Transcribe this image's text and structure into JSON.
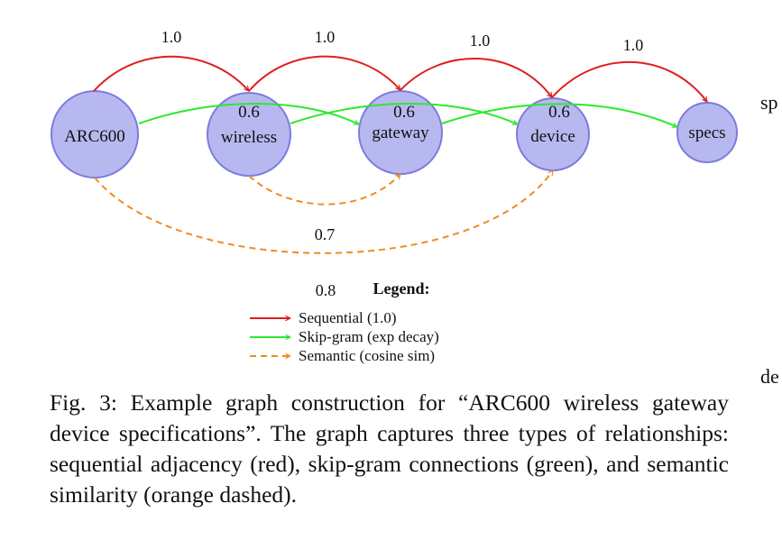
{
  "nodes": [
    {
      "id": "arc600",
      "label": "ARC600"
    },
    {
      "id": "wireless",
      "label": "wireless",
      "score": "0.6"
    },
    {
      "id": "gateway",
      "label": "gateway",
      "score": "0.6"
    },
    {
      "id": "device",
      "label": "device",
      "score": "0.6"
    },
    {
      "id": "specs",
      "label": "specs"
    }
  ],
  "edges": {
    "sequential": [
      {
        "from": "arc600",
        "to": "wireless",
        "weight": "1.0"
      },
      {
        "from": "wireless",
        "to": "gateway",
        "weight": "1.0"
      },
      {
        "from": "gateway",
        "to": "device",
        "weight": "1.0"
      },
      {
        "from": "device",
        "to": "specs",
        "weight": "1.0"
      }
    ],
    "skip_gram": [
      {
        "from": "arc600",
        "to": "gateway"
      },
      {
        "from": "wireless",
        "to": "device"
      },
      {
        "from": "gateway",
        "to": "specs"
      }
    ],
    "semantic": [
      {
        "from": "wireless",
        "to": "gateway",
        "weight": "0.7"
      },
      {
        "from": "arc600",
        "to": "device",
        "weight": "0.8"
      }
    ]
  },
  "legend": {
    "title": "Legend:",
    "items": [
      {
        "label": "Sequential (1.0)",
        "color": "#e01e1e",
        "style": "solid"
      },
      {
        "label": "Skip-gram (exp decay)",
        "color": "#2ee82e",
        "style": "solid"
      },
      {
        "label": "Semantic (cosine sim)",
        "color": "#f08a24",
        "style": "dashed"
      }
    ]
  },
  "colors": {
    "node_fill": "#b8b8f0",
    "node_stroke": "#7b7be0",
    "sequential": "#e01e1e",
    "skip_gram": "#2ee82e",
    "semantic": "#f08a24"
  },
  "margin_fragments": {
    "top": "sp",
    "bottom": "de"
  },
  "caption": "Fig. 3: Example graph construction for “ARC600 wireless gateway device specifications”. The graph captures three types of relationships: sequential adjacency (red), skip-gram connections (green), and semantic similarity (orange dashed)."
}
